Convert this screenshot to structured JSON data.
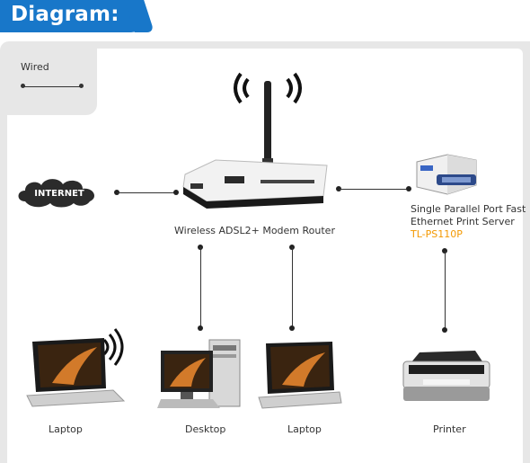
{
  "header": {
    "title": "Diagram:"
  },
  "legend": {
    "wired_label": "Wired"
  },
  "nodes": {
    "internet": {
      "label": "INTERNET"
    },
    "router": {
      "label": "Wireless ADSL2+ Modem Router"
    },
    "print_server": {
      "line1": "Single Parallel Port Fast",
      "line2": "Ethernet Print Server",
      "model": "TL-PS110P"
    },
    "laptop_wireless": {
      "label": "Laptop"
    },
    "desktop": {
      "label": "Desktop"
    },
    "laptop_wired": {
      "label": "Laptop"
    },
    "printer": {
      "label": "Printer"
    }
  },
  "colors": {
    "brand_blue": "#1877c9",
    "model_orange": "#f39800",
    "frame_gray": "#e7e7e7"
  }
}
